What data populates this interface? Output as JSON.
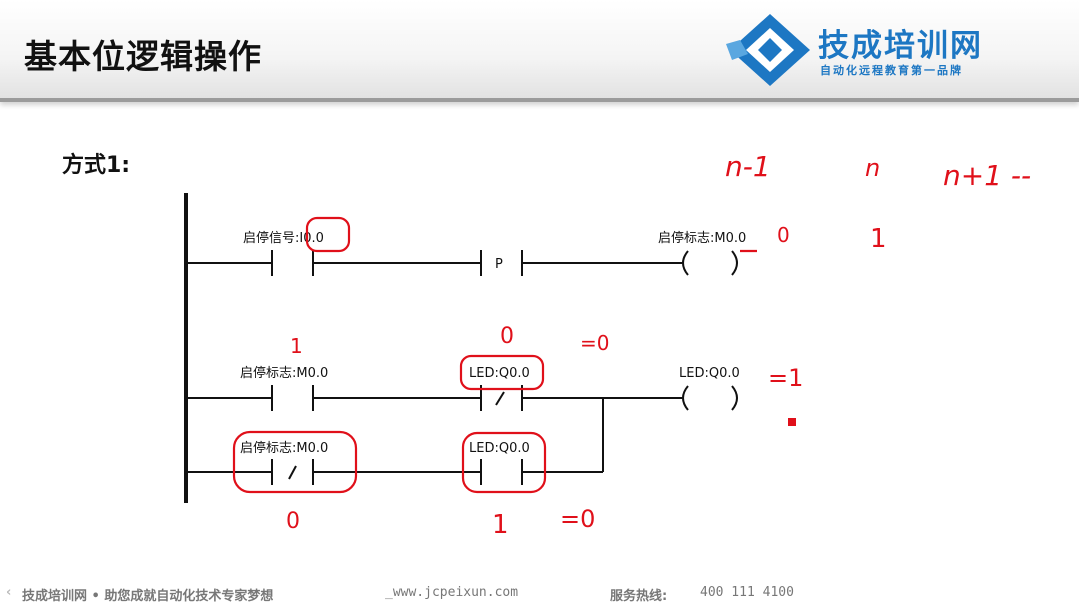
{
  "header": {
    "title": "基本位逻辑操作",
    "brand_name": "技成培训网",
    "brand_slogan": "自动化远程教育第一品牌"
  },
  "method_label": "方式1:",
  "ladder": {
    "rung1": {
      "contact_label": "启停信号:I0.0",
      "edge_label": "P",
      "coil_label": "启停标志:M0.0"
    },
    "rung2": {
      "contact_label": "启停标志:M0.0",
      "nc_contact_label": "LED:Q0.0",
      "coil_label": "LED:Q0.0",
      "parallel_nc_contact_label": "启停标志:M0.0",
      "parallel_contact_label": "LED:Q0.0"
    }
  },
  "annotations": {
    "n_minus_1": "n-1",
    "n": "n",
    "n_plus_1": "n+1 --",
    "m00_value": "0",
    "n_value": "1",
    "contact_value": "1",
    "nc_value": "0",
    "nc_result": "=0",
    "coil_result": "=1",
    "parallel_nc_value": "0",
    "parallel_value": "1",
    "parallel_result": "=0"
  },
  "footer": {
    "brand": "技成培训网 • 助您成就自动化技术专家梦想",
    "url": "_www.jcpeixun.com",
    "hotline_label": "服务热线:",
    "hotline_number": "400 111 4100"
  },
  "colors": {
    "brand_blue": "#1d77c3",
    "annotation_red": "#e0101a"
  }
}
